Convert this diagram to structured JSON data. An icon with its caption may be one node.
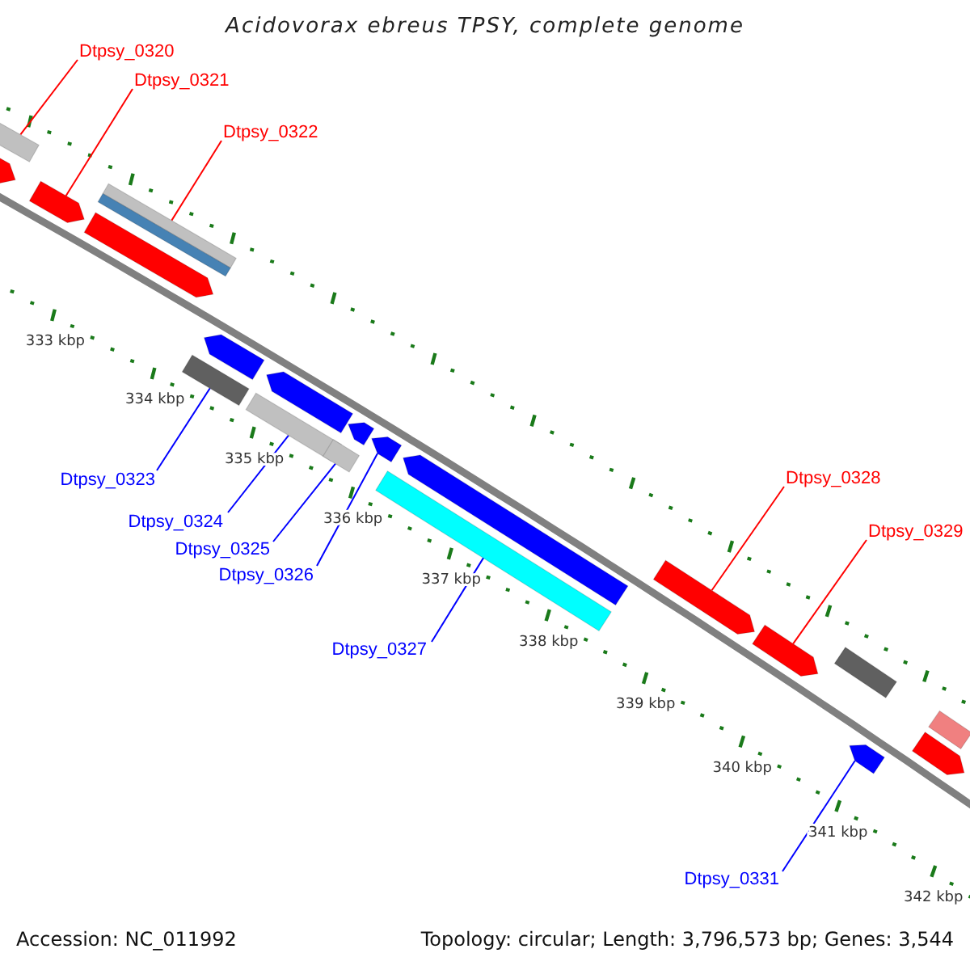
{
  "diagram": {
    "title": "Acidovorax ebreus TPSY, complete genome",
    "nodes": [
      {
        "text": [
          "Dtpsy_0320"
        ]
      },
      {
        "text": [
          "Dtpsy_0321"
        ]
      },
      {
        "text": [
          "Dtpsy_0322"
        ]
      },
      {
        "text": [
          "Dtpsy_0323"
        ]
      },
      {
        "text": [
          "Dtpsy_0324"
        ]
      },
      {
        "text": [
          "Dtpsy_0325"
        ]
      },
      {
        "text": [
          "Dtpsy_0326"
        ]
      },
      {
        "text": [
          "Dtpsy_0327"
        ]
      },
      {
        "text": [
          "Dtpsy_0328"
        ]
      },
      {
        "text": [
          "Dtpsy_0329"
        ]
      },
      {
        "text": [
          "Dtpsy_0331"
        ]
      },
      {
        "text": [],
        "shape": "bar"
      },
      {
        "text": [],
        "shape": "pentagon"
      },
      {
        "text": [],
        "shape": "pentagon"
      },
      {
        "text": [],
        "shape": "bar"
      },
      {
        "text": [],
        "shape": "bar"
      },
      {
        "text": [],
        "shape": "pentagon"
      },
      {
        "text": [],
        "shape": "bar"
      },
      {
        "text": [],
        "shape": "pentagon"
      },
      {
        "text": [],
        "shape": "bar"
      },
      {
        "text": [],
        "shape": "pentagon"
      },
      {
        "text": [],
        "shape": "bar"
      },
      {
        "text": [],
        "shape": "pentagon"
      },
      {
        "text": [],
        "shape": "pentagon"
      },
      {
        "text": [],
        "shape": "bar"
      },
      {
        "text": [],
        "shape": "pentagon"
      },
      {
        "text": [],
        "shape": "pentagon"
      },
      {
        "text": [],
        "shape": "pentagon"
      },
      {
        "text": [],
        "shape": "bar"
      },
      {
        "text": [],
        "shape": "pentagon"
      },
      {
        "text": [],
        "shape": "bar"
      },
      {
        "text": [],
        "shape": "pentagon"
      }
    ],
    "edges": [
      {
        "from": 0,
        "to": 11,
        "arrow": "none",
        "color": "#ff0000"
      },
      {
        "from": 1,
        "to": 13,
        "arrow": "none",
        "color": "#ff0000"
      },
      {
        "from": 2,
        "to": 14,
        "arrow": "none",
        "color": "#ff0000"
      },
      {
        "from": 3,
        "to": 17,
        "arrow": "none"
      },
      {
        "from": 4,
        "to": 19,
        "arrow": "none"
      },
      {
        "from": 5,
        "to": 21,
        "arrow": "none"
      },
      {
        "from": 6,
        "to": 23,
        "arrow": "none"
      },
      {
        "from": 7,
        "to": 24,
        "arrow": "none"
      },
      {
        "from": 8,
        "to": 26,
        "arrow": "none",
        "color": "#ff0000"
      },
      {
        "from": 9,
        "to": 27,
        "arrow": "none",
        "color": "#ff0000"
      },
      {
        "from": 10,
        "to": 29,
        "arrow": "none"
      }
    ],
    "labels": [
      "333 kbp",
      "334 kbp",
      "335 kbp",
      "336 kbp",
      "337 kbp",
      "338 kbp",
      "339 kbp",
      "340 kbp",
      "341 kbp",
      "342 kbp",
      "Accession: NC_011992",
      "Topology: circular; Length: 3,796,573 bp; Genes: 3,544"
    ]
  }
}
